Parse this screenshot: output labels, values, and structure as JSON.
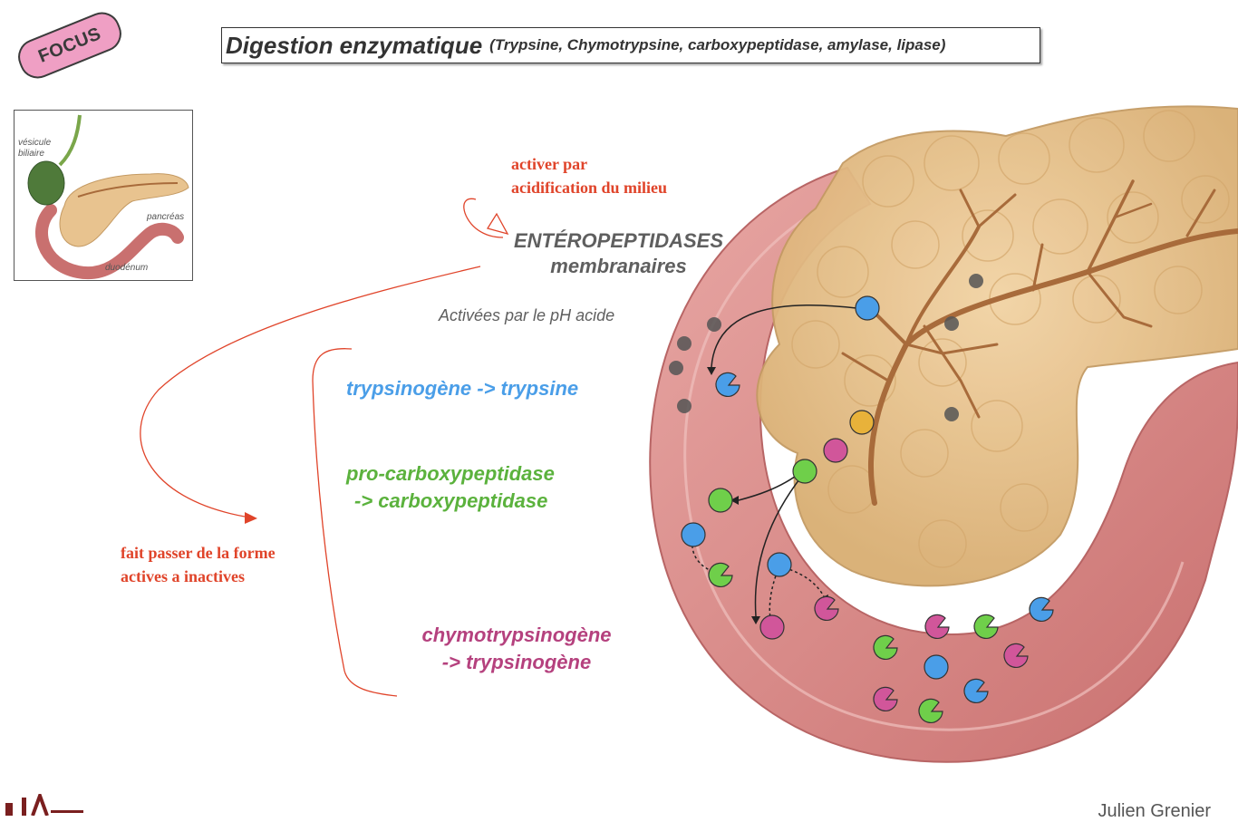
{
  "badge": "FOCUS",
  "title": {
    "main": "Digestion enzymatique",
    "sub": "(Trypsine, Chymotrypsine, carboxypeptidase, amylase, lipase)"
  },
  "thumbnail": {
    "label_vesicule": "vésicule\nbiliaire",
    "label_pancreas": "pancréas",
    "label_duodenum": "duodénum"
  },
  "annotations": {
    "activer_line1": "activer par",
    "activer_line2": "acidification du milieu",
    "enteropeptidases_line1": "ENTÉROPEPTIDASES",
    "enteropeptidases_line2": "membranaires",
    "activees": "Activées par le pH acide",
    "fait_line1": "fait passer de la forme",
    "fait_line2": "actives a inactives"
  },
  "enzymes": {
    "trypsin": "trypsinogène -> trypsine",
    "carboxy_line1": "pro-carboxypeptidase",
    "carboxy_line2": "-> carboxypeptidase",
    "chymo_line1": "chymotrypsinogène",
    "chymo_line2": "-> trypsinogène"
  },
  "footer": {
    "author": "Julien Grenier"
  },
  "colors": {
    "blue": "#4a9ee8",
    "green": "#5bb23d",
    "magenta": "#b5417e",
    "red_annotation": "#e0442a",
    "pancreas": "#e8c38f",
    "duodenum": "#d98a88"
  }
}
